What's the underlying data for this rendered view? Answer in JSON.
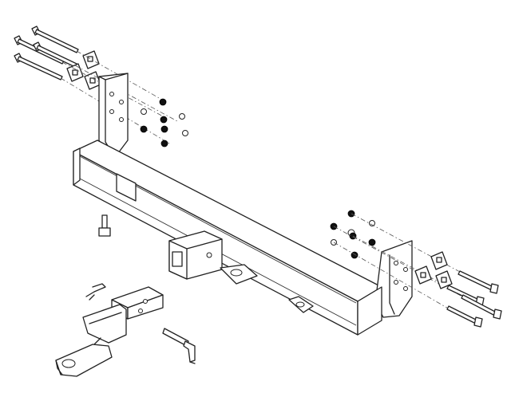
{
  "diagram": {
    "kind": "exploded-assembly",
    "subject_parts": [
      "receiver-hitch-crossbar",
      "left-mount-bracket",
      "right-mount-bracket",
      "receiver-tube",
      "safety-chain-loop",
      "drawbar",
      "hitch-ball-mount",
      "hitch-pin",
      "hitch-pin-clip",
      "bolts",
      "spacer-plates",
      "nuts",
      "washers"
    ],
    "line_color": "#222222",
    "background": "#ffffff"
  }
}
